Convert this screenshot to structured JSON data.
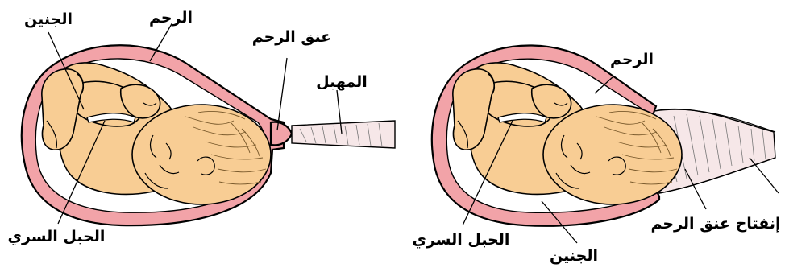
{
  "diagram": {
    "left_panel": {
      "labels": {
        "fetus": "الجنين",
        "uterus": "الرحم",
        "cervix": "عنق الرحم",
        "vagina": "المهبل",
        "umbilical_cord": "الحبل السري"
      }
    },
    "right_panel": {
      "labels": {
        "uterus": "الرحم",
        "cervix_dilation": "إنفتاح عنق الرحم",
        "umbilical_cord": "الحبل السري",
        "fetus": "الجنين"
      }
    },
    "colors": {
      "uterus_wall": "#f2a3a8",
      "fetus_skin": "#f8cd94",
      "hair": "#7a5a2c",
      "outline": "#000000"
    }
  }
}
